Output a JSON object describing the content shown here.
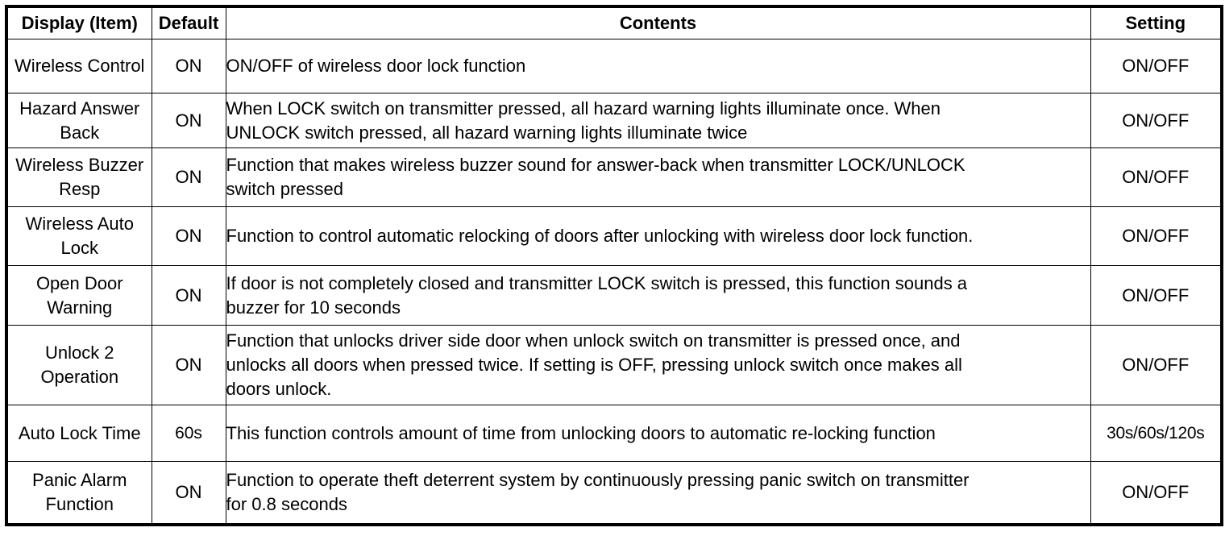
{
  "table": {
    "headers": {
      "display": "Display (Item)",
      "default": "Default",
      "contents": "Contents",
      "setting": "Setting"
    },
    "rows": [
      {
        "display_line1": "Wireless",
        "display_line2": "Control",
        "default": "ON",
        "contents_line1": "ON/OFF of wireless door lock function",
        "contents_line2": "",
        "contents_line3": "",
        "setting": "ON/OFF"
      },
      {
        "display_line1": "Hazard",
        "display_line2": "Answer Back",
        "default": "ON",
        "contents_line1": "When LOCK switch on transmitter pressed, all hazard warning lights illuminate once. When",
        "contents_line2": "UNLOCK switch pressed, all hazard warning lights illuminate twice",
        "contents_line3": "",
        "setting": "ON/OFF"
      },
      {
        "display_line1": "Wireless",
        "display_line2": "Buzzer Resp",
        "default": "ON",
        "contents_line1": "Function that makes wireless buzzer sound for answer-back when transmitter LOCK/UNLOCK",
        "contents_line2": "switch pressed",
        "contents_line3": "",
        "setting": "ON/OFF"
      },
      {
        "display_line1": "Wireless Auto",
        "display_line2": "Lock",
        "default": "ON",
        "contents_line1": "Function to control automatic relocking of doors after unlocking with wireless door lock function.",
        "contents_line2": "",
        "contents_line3": "",
        "setting": "ON/OFF"
      },
      {
        "display_line1": "Open Door",
        "display_line2": "Warning",
        "default": "ON",
        "contents_line1": "If door is not completely closed and transmitter LOCK switch is pressed, this function sounds a",
        "contents_line2": "buzzer for 10 seconds",
        "contents_line3": "",
        "setting": "ON/OFF"
      },
      {
        "display_line1": "Unlock 2",
        "display_line2": "Operation",
        "default": "ON",
        "contents_line1": "Function that unlocks driver side door when unlock switch on transmitter is pressed once, and",
        "contents_line2": "unlocks all doors when pressed twice. If setting is OFF, pressing unlock switch once makes all",
        "contents_line3": "doors unlock.",
        "setting": "ON/OFF"
      },
      {
        "display_line1": "Auto Lock",
        "display_line2": "Time",
        "default": "60s",
        "contents_line1": "This function controls amount of time from unlocking doors to automatic re-locking function",
        "contents_line2": "",
        "contents_line3": "",
        "setting": "30s/60s/120s"
      },
      {
        "display_line1": "Panic Alarm",
        "display_line2": "Function",
        "default": "ON",
        "contents_line1": "Function to operate theft deterrent system by continuously pressing panic switch on transmitter",
        "contents_line2": "for 0.8 seconds",
        "contents_line3": "",
        "setting": "ON/OFF"
      }
    ]
  }
}
